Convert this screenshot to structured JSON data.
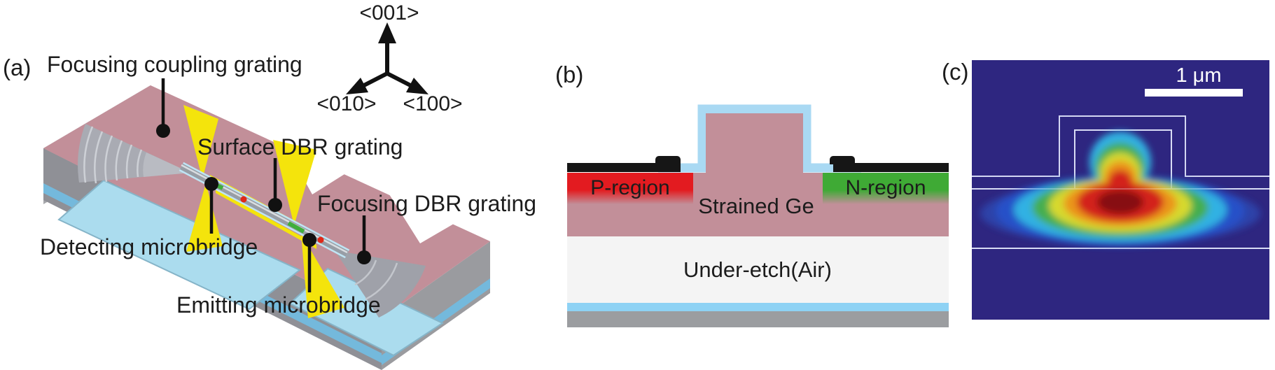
{
  "figure": {
    "panel_a": {
      "tag": "(a)",
      "labels": {
        "focusing_coupling_grating": "Focusing coupling grating",
        "surface_dbr_grating": "Surface DBR grating",
        "focusing_dbr_grating": "Focusing DBR grating",
        "detecting_microbridge": "Detecting microbridge",
        "emitting_microbridge": "Emitting microbridge"
      },
      "axes": {
        "up": "<001>",
        "left": "<010>",
        "right": "<100>"
      }
    },
    "panel_b": {
      "tag": "(b)",
      "regions": {
        "p_region": "P-region",
        "n_region": "N-region",
        "strained_ge": "Strained Ge",
        "under_etch": "Under-etch(Air)"
      }
    },
    "panel_c": {
      "tag": "(c)",
      "scale_bar": "1 μm"
    },
    "colors": {
      "ge_pink": "#c28f99",
      "oxide_blue": "#a9d9f3",
      "metal_yellow": "#f4e40c",
      "p_red": "#e31b20",
      "n_green": "#3faa35",
      "electrode_black": "#161616",
      "mode_background": "#2e2680",
      "substrate_gray": "#9b9da0"
    }
  }
}
